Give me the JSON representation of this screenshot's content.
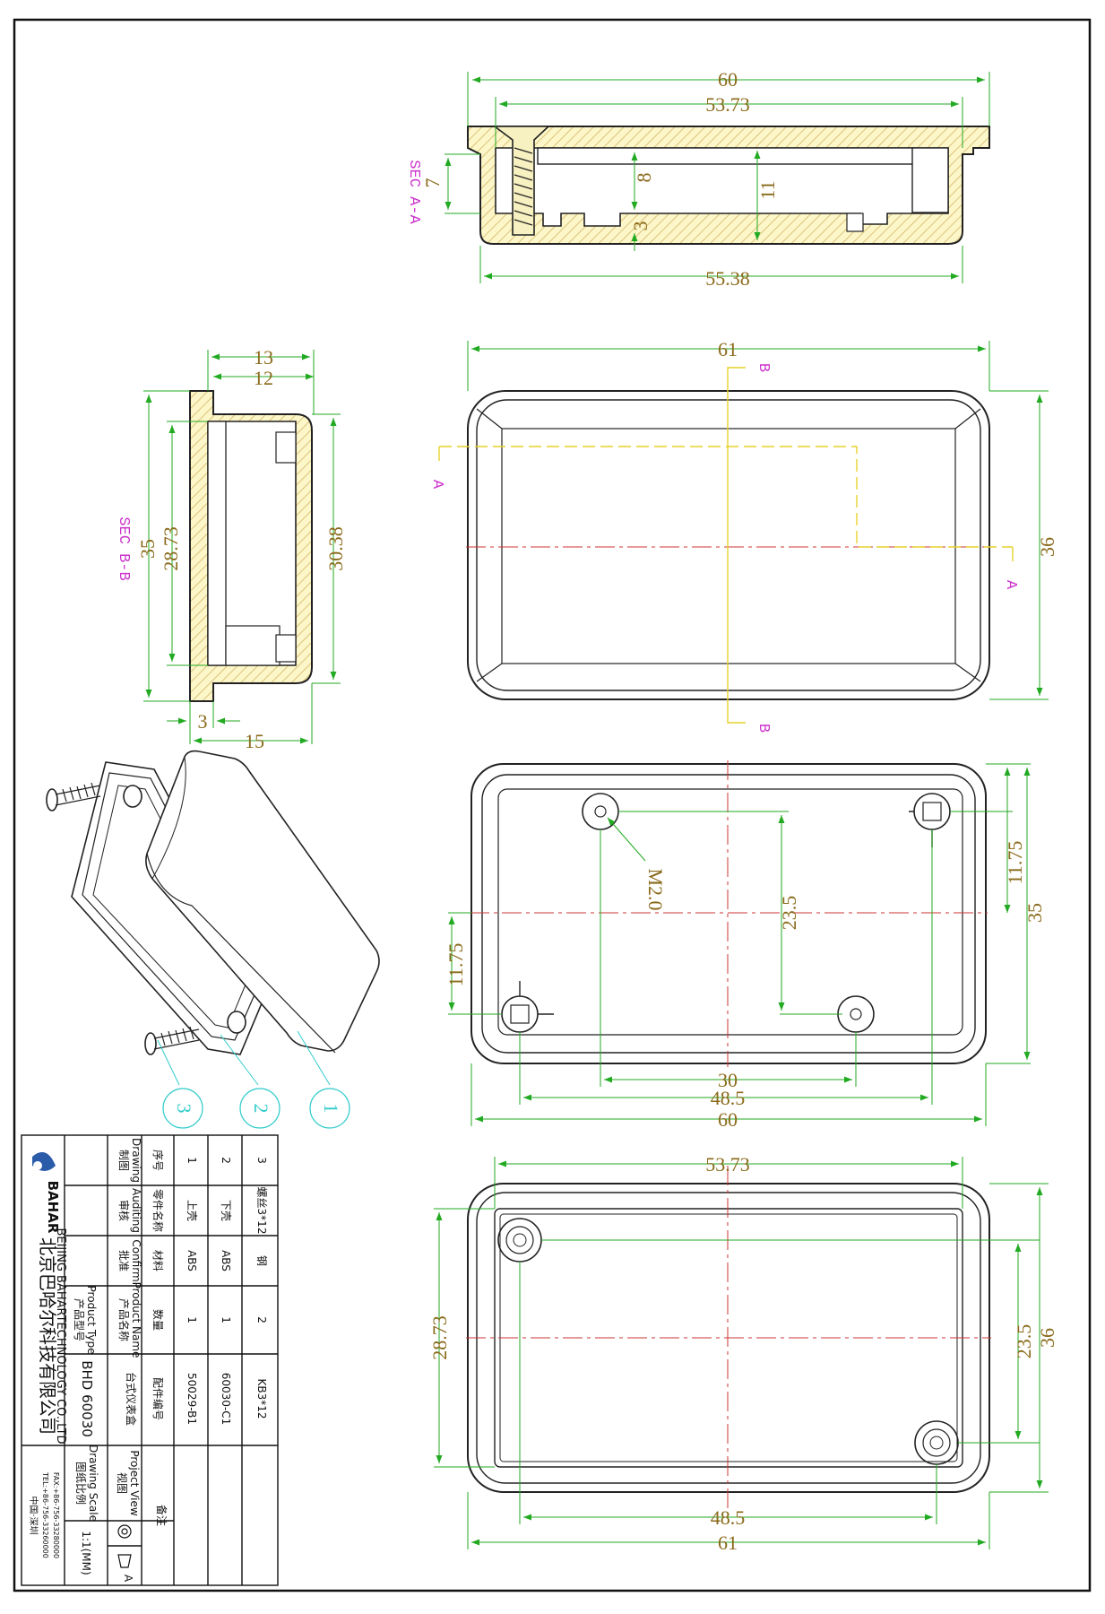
{
  "sections": {
    "aa": "SEC A-A",
    "bb": "SEC B-B",
    "cut_a": "A",
    "cut_b": "B"
  },
  "dims": {
    "aa_60": "60",
    "aa_5373": "53.73",
    "aa_7": "7",
    "aa_8": "8",
    "aa_11": "11",
    "aa_3": "3",
    "aa_5538": "55.38",
    "bb_13": "13",
    "bb_12": "12",
    "bb_35": "35",
    "bb_2873": "28.73",
    "bb_3038": "30.38",
    "bb_3": "3",
    "bb_15": "15",
    "top_61": "61",
    "top_36": "36",
    "in_1175a": "11.75",
    "in_m20": "M2.0",
    "in_235": "23.5",
    "in_1175b": "11.75",
    "in_35": "35",
    "in_30": "30",
    "in_485": "48.5",
    "in_60": "60",
    "bt_5373": "53.73",
    "bt_2873": "28.73",
    "bt_235": "23.5",
    "bt_36": "36",
    "bt_485": "48.5",
    "bt_61": "61"
  },
  "balloons": [
    "1",
    "2",
    "3"
  ],
  "bom": {
    "headers": {
      "no": "序号",
      "part": "零件名称",
      "material": "材料",
      "qty": "数量",
      "code": "配件编号"
    },
    "rows": [
      {
        "no": "1",
        "part": "上壳",
        "material": "ABS",
        "qty": "1",
        "code": "50029-B1"
      },
      {
        "no": "2",
        "part": "下壳",
        "material": "ABS",
        "qty": "1",
        "code": "60030-C1"
      },
      {
        "no": "3",
        "part": "螺丝3*12",
        "material": "钢",
        "qty": "2",
        "code": "KB3*12"
      }
    ]
  },
  "title_block": {
    "drawing_cn": "制图",
    "drawing_en": "Drawing",
    "auditing_cn": "审核",
    "auditing_en": "Auditing",
    "confirm_cn": "批准",
    "confirm_en": "Confirm",
    "product_name_cn": "产品名称",
    "product_name_en": "Product Name",
    "product_name_value": "台式仪表盒",
    "product_type_cn": "产品型号",
    "product_type_en": "Product Type",
    "product_type_value": "BHD 60030",
    "project_view_cn": "视图",
    "project_view_en": "Project View",
    "scale_cn": "图纸比例",
    "scale_en": "Drawing Scale",
    "scale_value": "1:1(MM)",
    "remark": "备注",
    "sheet_letter": "A"
  },
  "company": {
    "logo": "BAHAR",
    "name_cn": "北京巴哈尔科技有限公司",
    "name_en": "BEIJING BAHARTECHNOLOGY CO.,LTD",
    "location": "中国·深圳",
    "tel": "TEL:+86-756-33260000",
    "fax": "FAX:+86-756-33280000"
  }
}
